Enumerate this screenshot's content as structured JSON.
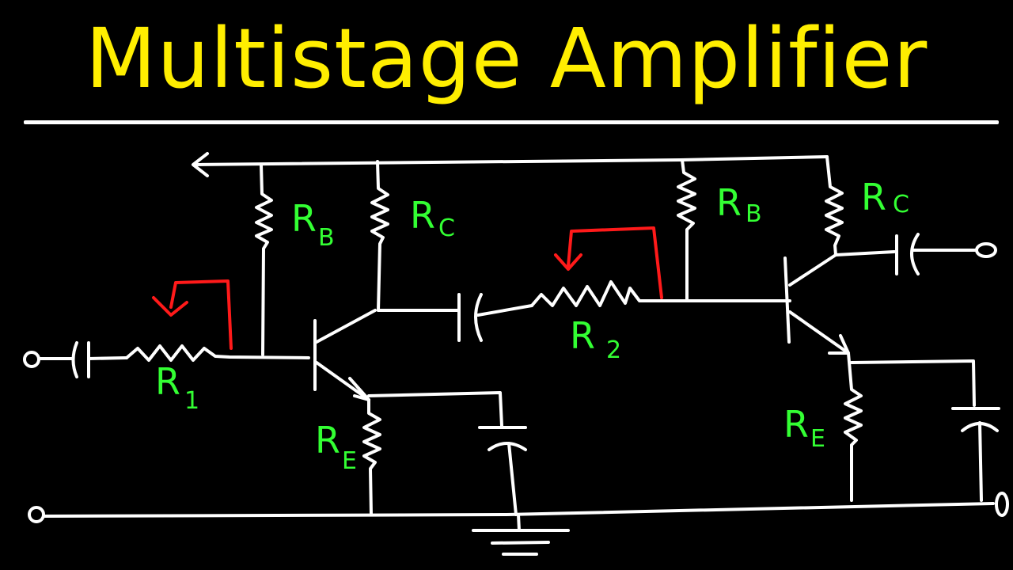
{
  "title": "Multistage Amplifier",
  "colors": {
    "title": "#ffee00",
    "wire": "#ffffff",
    "label": "#33ff33",
    "wiper": "#ff1a1a",
    "background": "#000000"
  },
  "labels": {
    "rb1": {
      "main": "R",
      "sub": "B"
    },
    "rc1": {
      "main": "R",
      "sub": "C"
    },
    "rb2": {
      "main": "R",
      "sub": "B"
    },
    "rc2": {
      "main": "R",
      "sub": "C"
    },
    "r1": {
      "main": "R",
      "sub": "1"
    },
    "r2": {
      "main": "R",
      "sub": "2"
    },
    "re1": {
      "main": "R",
      "sub": "E"
    },
    "re2": {
      "main": "R",
      "sub": "E"
    }
  }
}
